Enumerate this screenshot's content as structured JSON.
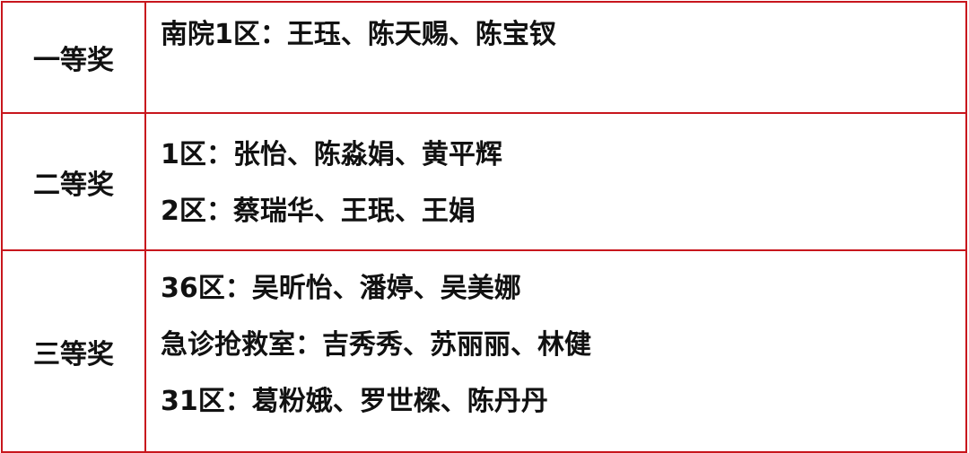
{
  "accent_color": "#c8161d",
  "rows": [
    {
      "award": "一等奖",
      "lines": [
        "南院1区：王珏、陈天赐、陈宝钗"
      ]
    },
    {
      "award": "二等奖",
      "lines": [
        "1区：张怡、陈淼娟、黄平辉",
        "2区：蔡瑞华、王珉、王娟"
      ]
    },
    {
      "award": "三等奖",
      "lines": [
        "36区：吴昕怡、潘婷、吴美娜",
        "急诊抢救室：吉秀秀、苏丽丽、林健",
        "31区：葛粉娥、罗世樑、陈丹丹"
      ]
    }
  ]
}
